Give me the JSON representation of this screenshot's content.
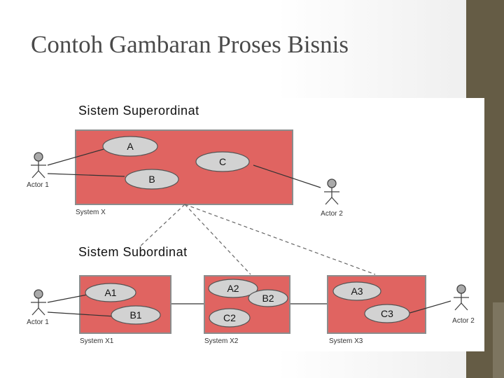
{
  "slide": {
    "title": "Contoh Gambaran Proses Bisnis",
    "colors": {
      "side_bar": "#655c45",
      "system_box": "#e06461",
      "use_case": "#d2d2d2"
    }
  },
  "diagram": {
    "superordinate": {
      "heading": "Sistem Superordinat",
      "system_label": "System X",
      "use_cases": [
        "A",
        "B",
        "C"
      ],
      "actors": [
        "Actor 1",
        "Actor 2"
      ]
    },
    "subordinate": {
      "heading": "Sistem Subordinat",
      "systems": [
        {
          "label": "System X1",
          "use_cases": [
            "A1",
            "B1"
          ]
        },
        {
          "label": "System X2",
          "use_cases": [
            "A2",
            "B2",
            "C2"
          ]
        },
        {
          "label": "System X3",
          "use_cases": [
            "A3",
            "C3"
          ]
        }
      ],
      "actors": [
        "Actor 1",
        "Actor 2"
      ]
    }
  }
}
